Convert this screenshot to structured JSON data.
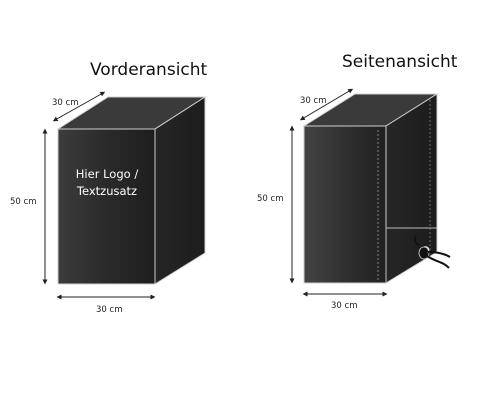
{
  "front_view": {
    "title": "Vorderansicht",
    "depth_label": "30 cm",
    "height_label": "50 cm",
    "width_label": "30 cm",
    "logo_text_line1": "Hier Logo /",
    "logo_text_line2": "Textzusatz"
  },
  "side_view": {
    "title": "Seitenansicht",
    "depth_label": "30 cm",
    "height_label": "50 cm",
    "width_label": "30 cm"
  },
  "colors": {
    "box_dark": "#2b2b2b",
    "box_side": "#232323",
    "box_top": "#3a3a3a",
    "arrow": "#222222"
  }
}
